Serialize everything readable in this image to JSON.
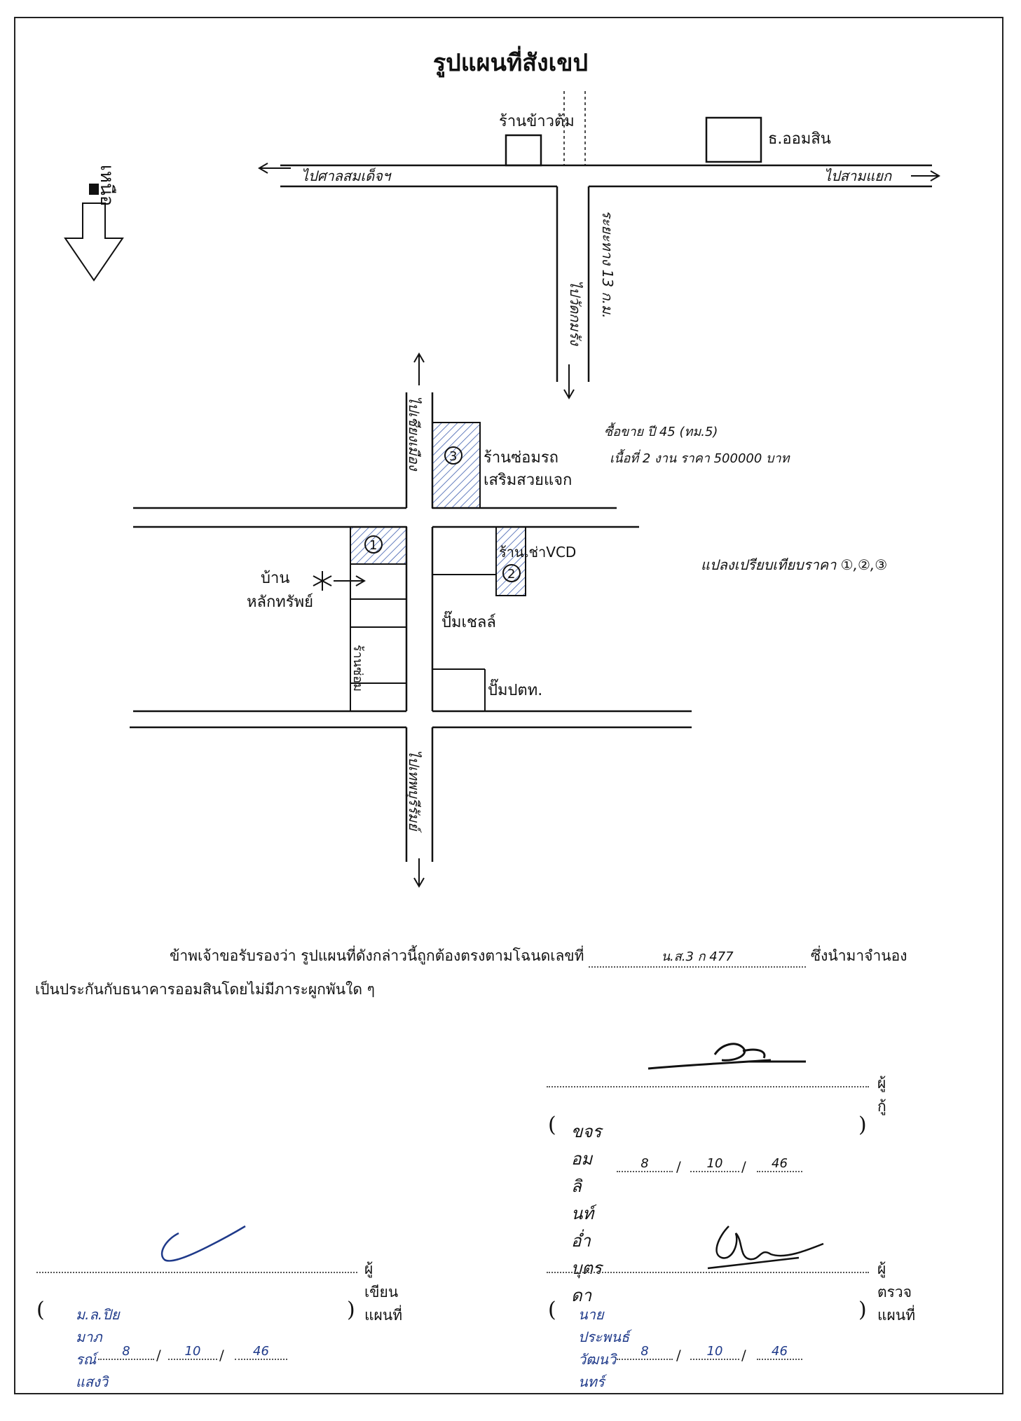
{
  "document": {
    "title": "รูปแผนที่สังเขป",
    "north": "เหนือ"
  },
  "map_labels": {
    "shop_rice": "ร้านข้าวต้ม",
    "bank": "ธ.ออมสิน",
    "road_west": "ไปศาลสมเด็จฯ",
    "road_east": "ไปสามแยก",
    "road_south_top": "ไปวัดกมรัง",
    "distance": "ระยะทาง 13 ก.ม.",
    "road_north": "ไปเชียงเมือง",
    "shop_3": "ร้านซ่อมรถ",
    "shop_3b": "เสริมสวยแจก",
    "vcd_shop": "ร้านเช่าVCD",
    "house_label_1": "บ้าน",
    "house_label_2": "หลักทรัพย์",
    "pump_shell": "ปั๊มเชลล์",
    "pump_ptt": "ปั๊มปตท.",
    "repair_shop": "ร้านซ่อม",
    "road_south_bottom": "ไปเทพบุรีรัมย์",
    "note_1": "ซื้อขาย ปี 45 (ทม.5)",
    "note_2": "เนื้อที่ 2 งาน ราคา 500000 บาท",
    "compare": "แปลงเปรียบเทียบราคา ①,②,③",
    "marker_1": "1",
    "marker_2": "2",
    "marker_3": "3"
  },
  "certification": {
    "text_before": "ข้าพเจ้าขอรับรองว่า รูปแผนที่ดังกล่าวนี้ถูกต้องตรงตามโฉนดเลขที่",
    "deed_no": "น.ส.3 ก 477",
    "text_after": "ซึ่งนำมาจำนอง",
    "line2": "เป็นประกันกับธนาคารออมสินโดยไม่มีภาระผูกพันใด ๆ"
  },
  "borrower": {
    "role": "ผู้กู้",
    "name": "ขจรอมลินท์ อ่ำบุตรดา",
    "date_d": "8",
    "date_m": "10",
    "date_y": "46"
  },
  "drawer": {
    "role": "ผู้เขียนแผนที่",
    "name": "ม.ล.ปิยมาภรณ์ แสงวิ",
    "date_d": "8",
    "date_m": "10",
    "date_y": "46"
  },
  "inspector": {
    "role": "ผู้ตรวจแผนที่",
    "name": "นายประพนธ์ วัฒนวินทร์",
    "date_d": "8",
    "date_m": "10",
    "date_y": "46"
  },
  "colors": {
    "ink": "#111111",
    "hatch": "#3355aa",
    "pen": "#1f3a8a"
  }
}
